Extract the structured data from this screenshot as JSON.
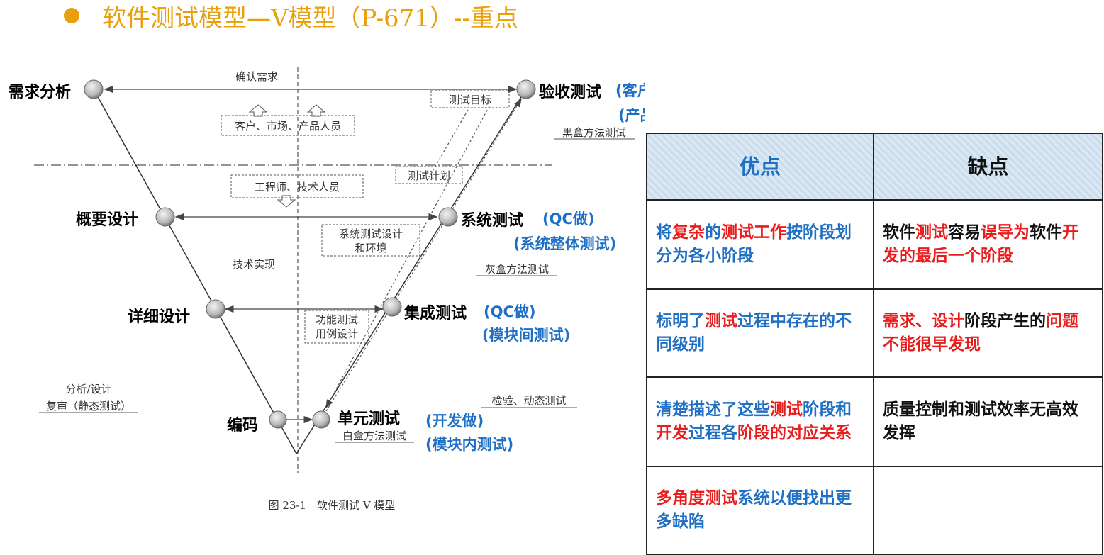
{
  "title": "软件测试模型—V模型（P-671）--重点",
  "diagram": {
    "stages": {
      "requirements": "需求分析",
      "high_level_design": "概要设计",
      "detailed_design": "详细设计",
      "coding": "编码",
      "unit_test": "单元测试",
      "integration_test": "集成测试",
      "system_test": "系统测试",
      "acceptance_test": "验收测试"
    },
    "roles": {
      "acceptance_by": "(客户做)",
      "acceptance_kind": "(产品测试)",
      "system_by": "(QC做)",
      "system_kind": "(系统整体测试)",
      "integration_by": "(QC做)",
      "integration_kind": "(模块间测试)",
      "unit_by": "(开发做)",
      "unit_kind": "(模块内测试)"
    },
    "annotations": {
      "confirm_requirements": "确认需求",
      "test_goal": "测试目标",
      "customers": "客户、市场、产品人员",
      "black_box": "黑盒方法测试",
      "test_plan": "测试计划",
      "engineers": "工程师、技术人员",
      "system_test_design_1": "系统测试设计",
      "system_test_design_2": "和环境",
      "tech_impl": "技术实现",
      "gray_box": "灰盒方法测试",
      "func_test_1": "功能测试",
      "func_test_2": "用例设计",
      "analysis_1": "分析/设计",
      "analysis_2": "复审（静态测试）",
      "inspection": "检验、动态测试",
      "white_box": "白盒方法测试",
      "caption": "图 23-1　软件测试 V 模型"
    }
  },
  "comparison": {
    "headers": [
      "优点",
      "缺点"
    ],
    "rows": [
      {
        "pro": [
          [
            "将",
            "n"
          ],
          [
            "复杂",
            "h"
          ],
          [
            "的",
            "n"
          ],
          [
            "测试工作",
            "h"
          ],
          [
            "按阶段划分为各小阶段",
            "n"
          ]
        ],
        "con": [
          [
            "软件",
            "n"
          ],
          [
            "测试",
            "h"
          ],
          [
            "容易",
            "n"
          ],
          [
            "误导为",
            "h"
          ],
          [
            "软件",
            "n"
          ],
          [
            "开发的最后一个阶段",
            "h"
          ]
        ]
      },
      {
        "pro": [
          [
            "标明了",
            "n"
          ],
          [
            "测试",
            "h"
          ],
          [
            "过程中存在的不同级别",
            "n"
          ]
        ],
        "con": [
          [
            "需求、设计",
            "h"
          ],
          [
            "阶段产生的",
            "n"
          ],
          [
            "问题不能很早发现",
            "h"
          ]
        ]
      },
      {
        "pro": [
          [
            "清楚描述了这些",
            "n"
          ],
          [
            "测试",
            "h"
          ],
          [
            "阶段和",
            "n"
          ],
          [
            "开发",
            "h"
          ],
          [
            "过程各",
            "n"
          ],
          [
            "阶段的对应关系",
            "h"
          ]
        ],
        "con": [
          [
            "质量控制和测试效率无高效发挥",
            "n"
          ]
        ]
      },
      {
        "pro": [
          [
            "多角度测试",
            "h"
          ],
          [
            "系统以便找出更多缺陷",
            "n"
          ]
        ],
        "con": []
      }
    ]
  },
  "colors": {
    "title": "#E8A10C",
    "blue": "#1F6FC4",
    "red": "#E81E1E"
  }
}
